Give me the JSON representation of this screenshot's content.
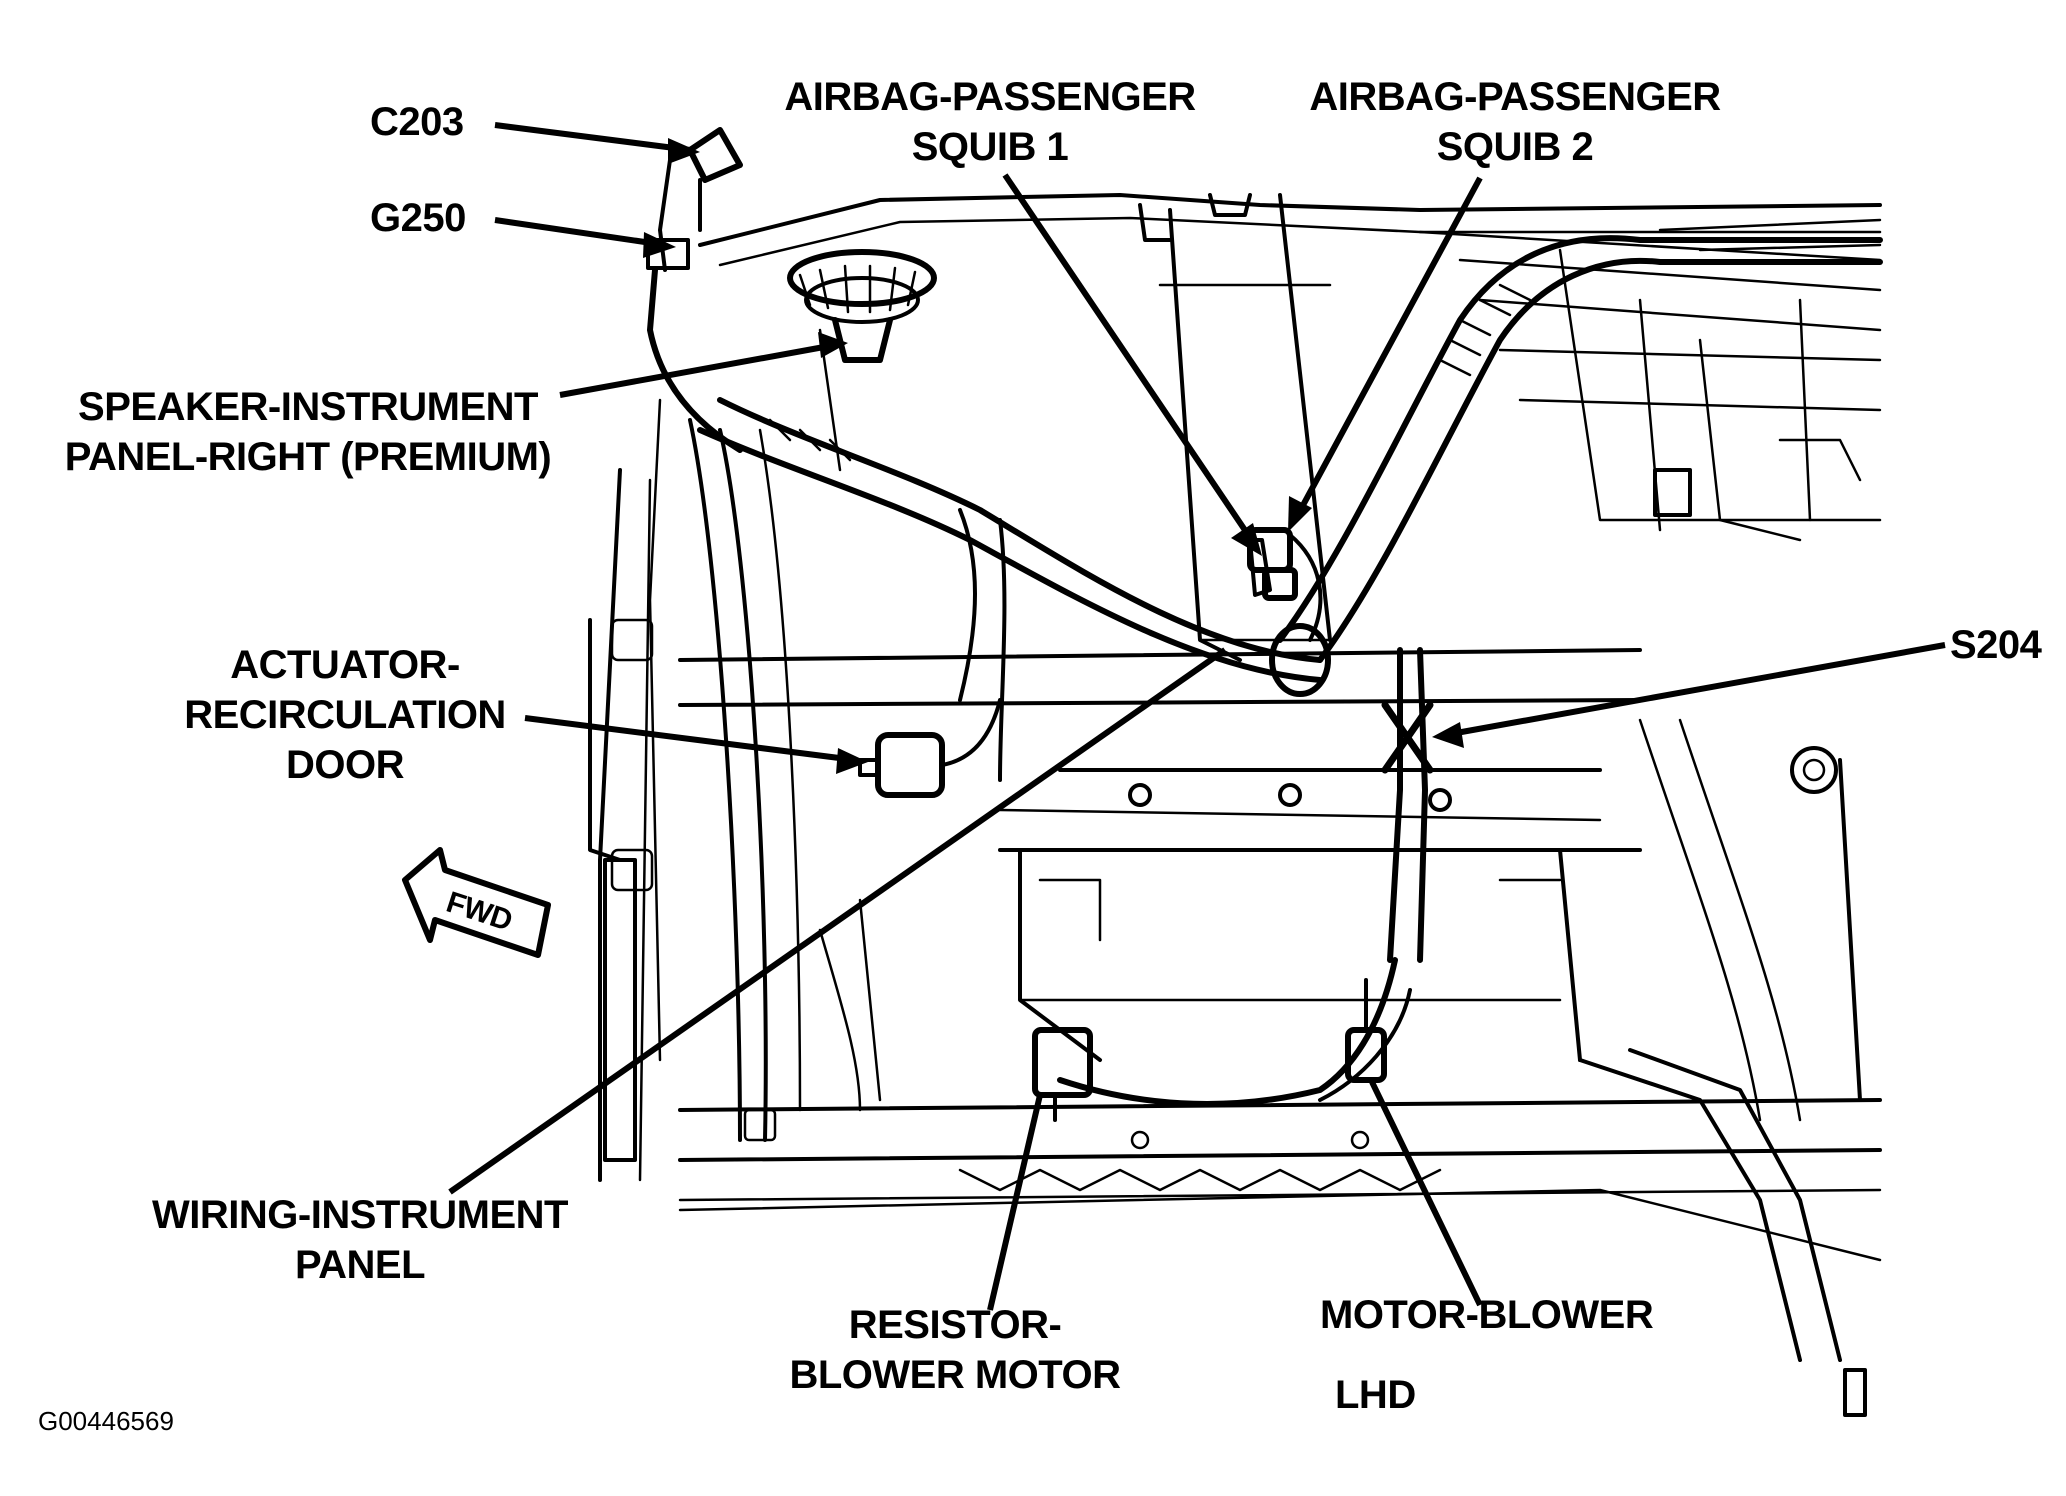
{
  "labels": {
    "c203": "C203",
    "g250": "G250",
    "speaker_l1": "SPEAKER-INSTRUMENT",
    "speaker_l2": "PANEL-RIGHT (PREMIUM)",
    "actuator_l1": "ACTUATOR-",
    "actuator_l2": "RECIRCULATION",
    "actuator_l3": "DOOR",
    "airbag1_l1": "AIRBAG-PASSENGER",
    "airbag1_l2": "SQUIB 1",
    "airbag2_l1": "AIRBAG-PASSENGER",
    "airbag2_l2": "SQUIB 2",
    "s204": "S204",
    "fwd": "FWD",
    "wiring_l1": "WIRING-INSTRUMENT",
    "wiring_l2": "PANEL",
    "resistor_l1": "RESISTOR-",
    "resistor_l2": "BLOWER MOTOR",
    "motor": "MOTOR-BLOWER",
    "lhd": "LHD",
    "figure_id": "G00446569"
  },
  "colors": {
    "ink": "#000000",
    "paper": "#ffffff"
  }
}
